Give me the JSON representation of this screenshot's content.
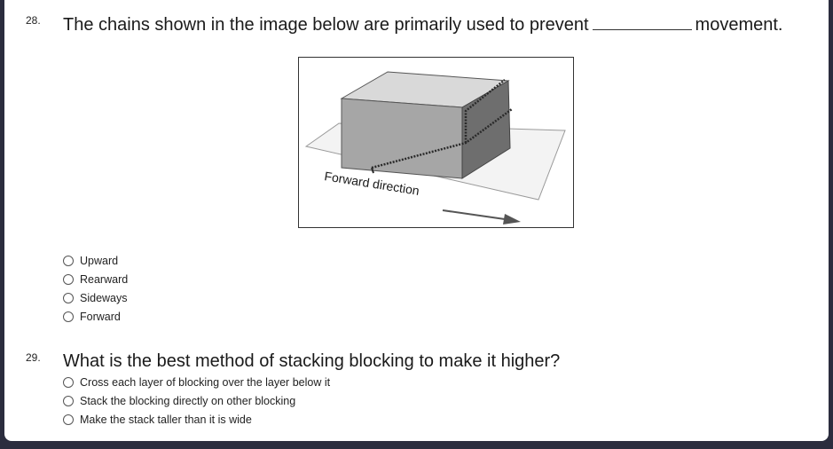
{
  "questions": [
    {
      "number": "28.",
      "text_before": "The chains shown in the image below are primarily used to prevent",
      "text_after": "movement.",
      "figure": {
        "caption": "Forward direction"
      },
      "options": [
        "Upward",
        "Rearward",
        "Sideways",
        "Forward"
      ]
    },
    {
      "number": "29.",
      "text": "What is the best method of stacking blocking to make it higher?",
      "options": [
        "Cross each layer of blocking over the layer below it",
        "Stack the blocking directly on other blocking",
        "Make the stack taller than it is wide"
      ]
    }
  ]
}
